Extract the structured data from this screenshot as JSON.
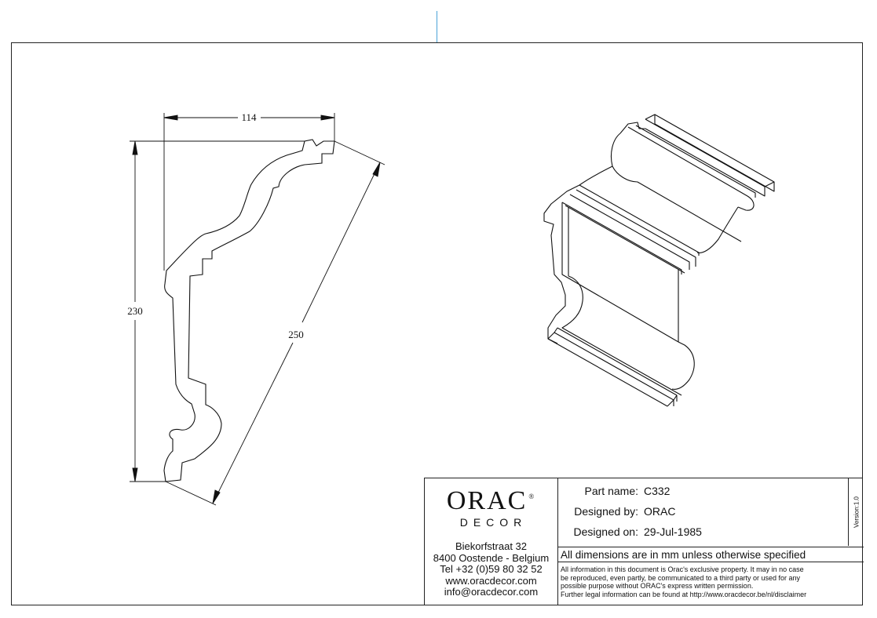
{
  "drawing": {
    "dimensions": {
      "width": "114",
      "height": "230",
      "diagonal": "250"
    }
  },
  "logo": {
    "brand": "ORAC",
    "registered": "®",
    "sub": "DECOR"
  },
  "address": {
    "street": "Biekorfstraat 32",
    "city": "8400 Oostende - Belgium",
    "phone": "Tel  +32 (0)59 80 32 52",
    "website": "www.oracdecor.com",
    "email": "info@oracdecor.com"
  },
  "fields": {
    "part_name_label": "Part name:",
    "part_name": "C332",
    "designed_by_label": "Designed by:",
    "designed_by": "ORAC",
    "designed_on_label": "Designed on:",
    "designed_on": "29-Jul-1985"
  },
  "version": "Version:1.0",
  "dims_note": "All dimensions are in mm unless otherwise specified",
  "legal": {
    "line1": "All information in this document is Orac's exclusive property.  It may in no case",
    "line2": "be reproduced, even partly, be communicated to a third party or used for any",
    "line3": "possible purpose without ORAC's express written permission.",
    "line4": "Further legal information can be found at http://www.oracdecor.be/nl/disclaimer"
  }
}
